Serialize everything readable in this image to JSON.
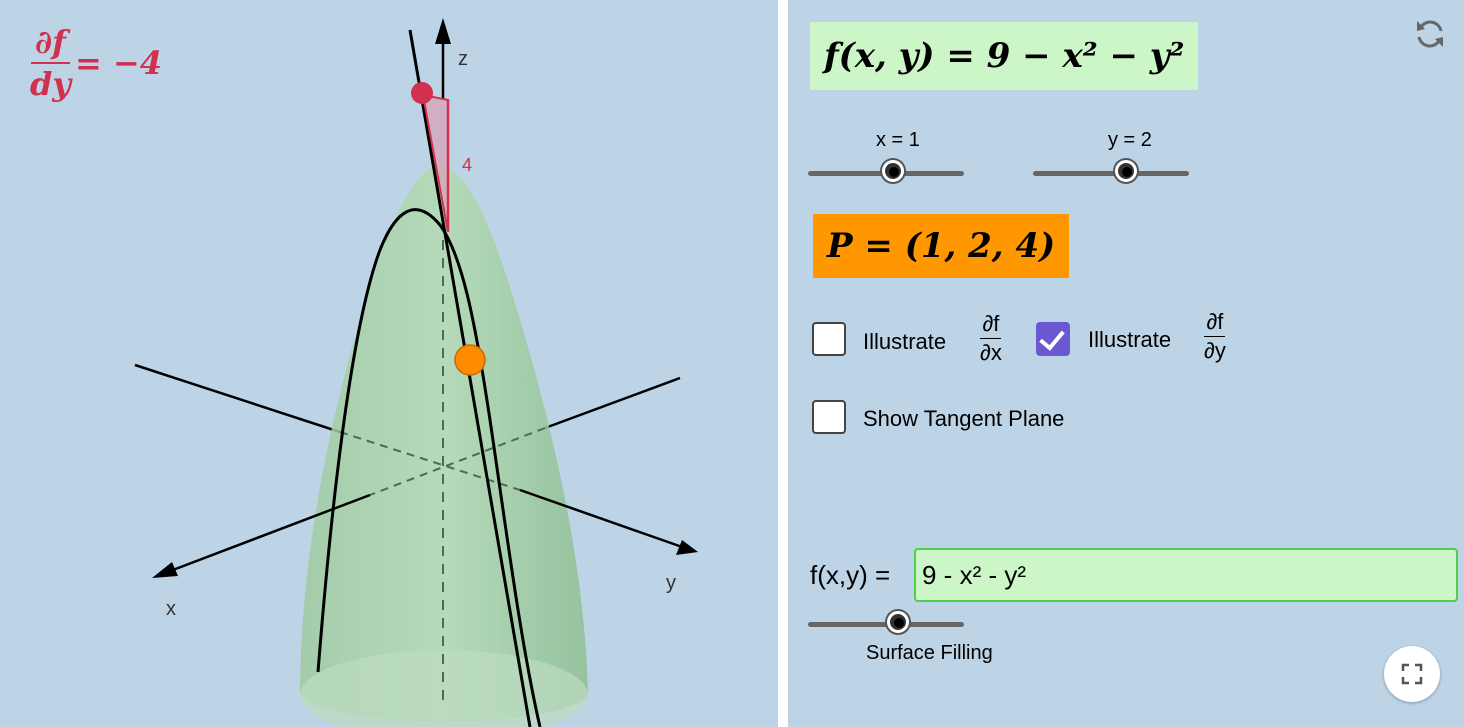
{
  "graphics": {
    "derivative": {
      "numerator": "∂f",
      "denominator": "dy",
      "equals": "= −4"
    },
    "axis_labels": {
      "x": "x",
      "y": "y",
      "z": "z"
    },
    "slope_label": "4",
    "colors": {
      "surface": "#a8d5a8",
      "point_p": "#ff8c00",
      "slope_point": "#d1304f",
      "background": "#bdd4e7"
    }
  },
  "panel": {
    "formula": "f(x, y) = 9 − x² − y²",
    "sliders": {
      "x": {
        "label": "x = 1",
        "value": 1
      },
      "y": {
        "label": "y = 2",
        "value": 2
      },
      "surface_filling": {
        "label": "Surface Filling"
      }
    },
    "point": "P = (1, 2, 4)",
    "checkboxes": {
      "dfdx": {
        "label": "Illustrate",
        "num": "∂f",
        "den": "∂x",
        "checked": false
      },
      "dfdy": {
        "label": "Illustrate",
        "num": "∂f",
        "den": "∂y",
        "checked": true
      },
      "tangent": {
        "label": "Show Tangent Plane",
        "checked": false
      }
    },
    "input": {
      "label": "f(x,y) =",
      "value": "9 - x² - y²"
    },
    "icons": {
      "reset": "reset-icon",
      "fullscreen": "fullscreen-icon"
    }
  }
}
